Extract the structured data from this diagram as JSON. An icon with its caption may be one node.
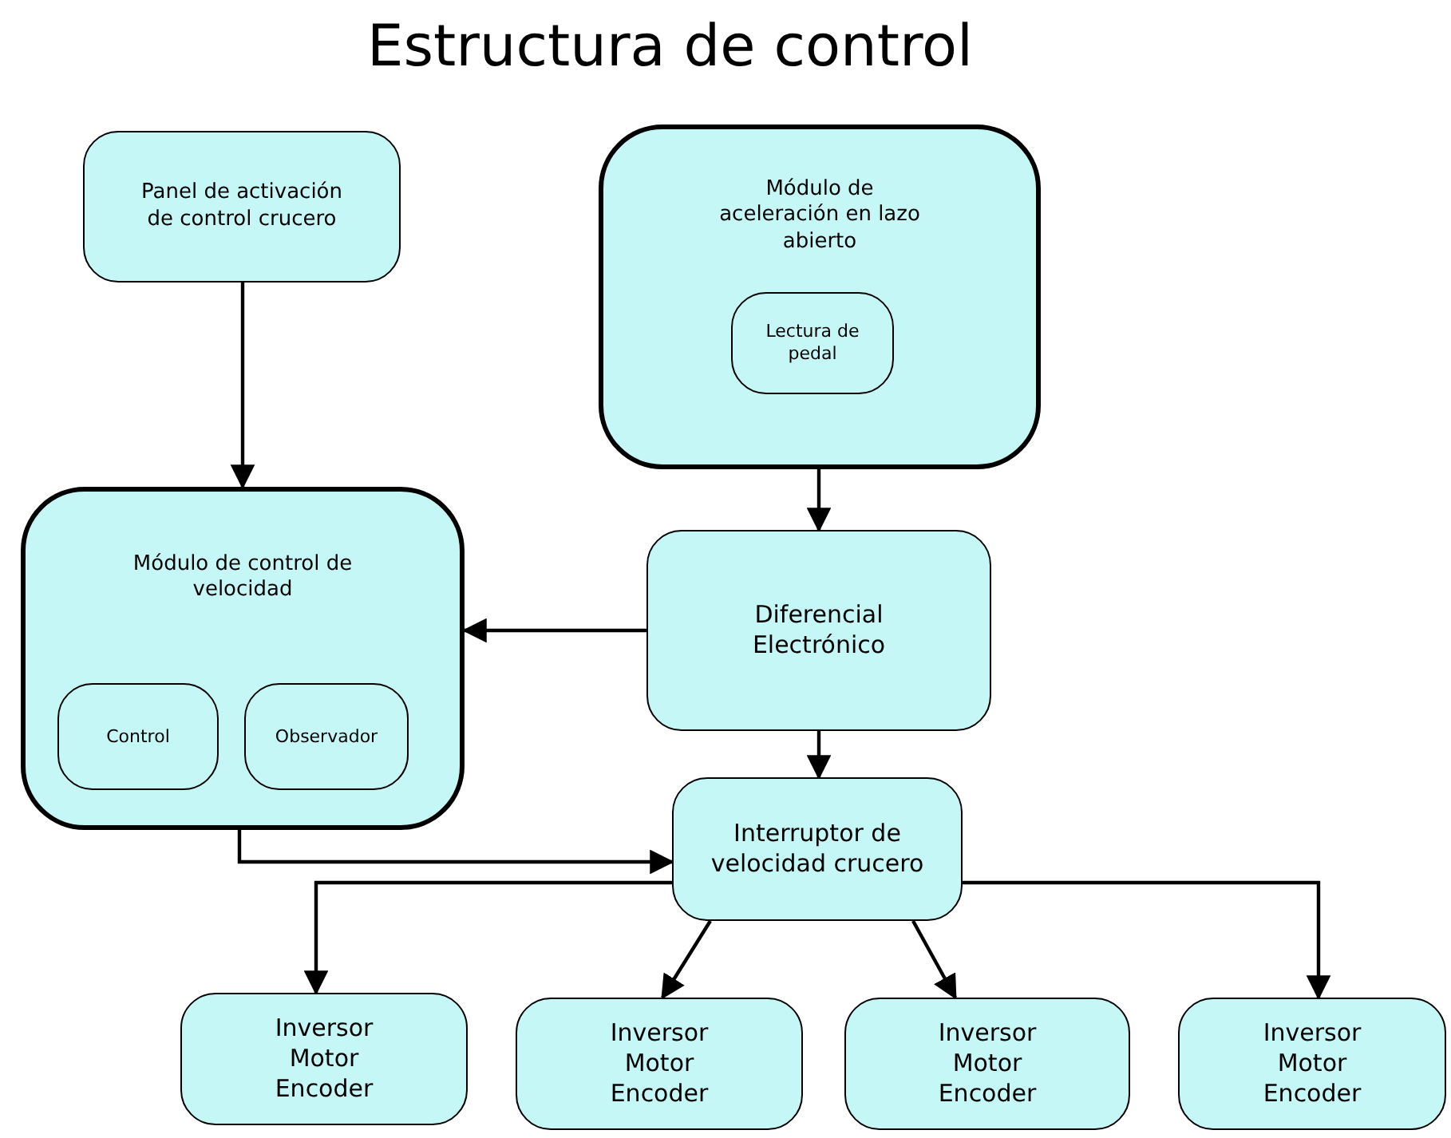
{
  "diagram": {
    "title": "Estructura de control",
    "nodes": [
      {
        "text": [
          "Panel de activación de control crucero"
        ]
      },
      {
        "text": [
          "Módulo de aceleración en lazo abierto"
        ]
      },
      {
        "text": [
          "Lectura de pedal"
        ],
        "in": 1
      },
      {
        "text": [
          "Módulo de control de velocidad"
        ]
      },
      {
        "text": [
          "Control"
        ],
        "in": 3
      },
      {
        "text": [
          "Observador"
        ],
        "in": 3
      },
      {
        "text": [
          "Diferencial Electrónico"
        ]
      },
      {
        "text": [
          "Interruptor de velocidad crucero"
        ]
      },
      {
        "text": [
          "Inversor Motor Encoder"
        ]
      },
      {
        "text": [
          "Inversor Motor Encoder"
        ]
      },
      {
        "text": [
          "Inversor Motor Encoder"
        ]
      },
      {
        "text": [
          "Inversor Motor Encoder"
        ]
      }
    ],
    "edges": [
      {
        "from": 0,
        "to": 3,
        "arrow": "to"
      },
      {
        "from": 1,
        "to": 6,
        "arrow": "to"
      },
      {
        "from": 6,
        "to": 3,
        "arrow": "to"
      },
      {
        "from": 6,
        "to": 7,
        "arrow": "to"
      },
      {
        "from": 3,
        "to": 7,
        "arrow": "to"
      },
      {
        "from": 7,
        "to": 8,
        "arrow": "to"
      },
      {
        "from": 7,
        "to": 9,
        "arrow": "to"
      },
      {
        "from": 7,
        "to": 10,
        "arrow": "to"
      },
      {
        "from": 7,
        "to": 11,
        "arrow": "to"
      }
    ]
  }
}
